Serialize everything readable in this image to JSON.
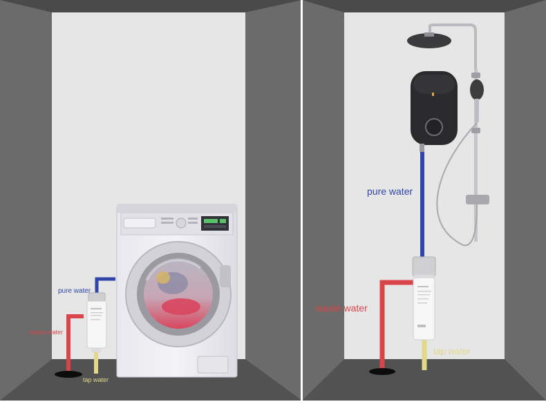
{
  "labels": {
    "left": {
      "pure_water": "pure water",
      "waste_water": "waste water",
      "tap_water": "tap water"
    },
    "right": {
      "pure_water": "pure water",
      "waste_water": "waste water",
      "tap_water": "tap water"
    }
  },
  "colors": {
    "pure_water": "#2f46a8",
    "waste_water": "#d9454a",
    "tap_water": "#e3d88a",
    "wall": "#e6e6e6",
    "room_shade": "#5c5c5c"
  }
}
